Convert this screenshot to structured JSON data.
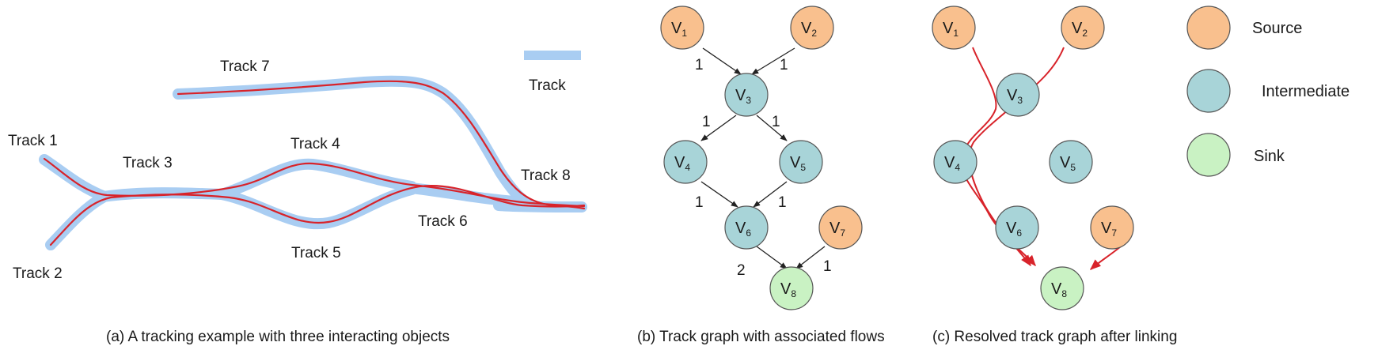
{
  "panel_a": {
    "track_labels": [
      "Track 1",
      "Track 2",
      "Track 3",
      "Track 4",
      "Track 5",
      "Track 6",
      "Track 7",
      "Track 8"
    ],
    "legend_label": "Track",
    "caption": "(a) A tracking example with three interacting objects",
    "colors": {
      "track_band": "#a9cdf2",
      "object_path": "#d8232a"
    }
  },
  "panel_b": {
    "nodes": [
      {
        "id": "V1",
        "letter": "V",
        "sub": "1",
        "type": "source"
      },
      {
        "id": "V2",
        "letter": "V",
        "sub": "2",
        "type": "source"
      },
      {
        "id": "V3",
        "letter": "V",
        "sub": "3",
        "type": "intermediate"
      },
      {
        "id": "V4",
        "letter": "V",
        "sub": "4",
        "type": "intermediate"
      },
      {
        "id": "V5",
        "letter": "V",
        "sub": "5",
        "type": "intermediate"
      },
      {
        "id": "V6",
        "letter": "V",
        "sub": "6",
        "type": "intermediate"
      },
      {
        "id": "V7",
        "letter": "V",
        "sub": "7",
        "type": "source"
      },
      {
        "id": "V8",
        "letter": "V",
        "sub": "8",
        "type": "sink"
      }
    ],
    "edges": [
      {
        "from": "V1",
        "to": "V3",
        "flow": "1"
      },
      {
        "from": "V2",
        "to": "V3",
        "flow": "1"
      },
      {
        "from": "V3",
        "to": "V4",
        "flow": "1"
      },
      {
        "from": "V3",
        "to": "V5",
        "flow": "1"
      },
      {
        "from": "V4",
        "to": "V6",
        "flow": "1"
      },
      {
        "from": "V5",
        "to": "V6",
        "flow": "1"
      },
      {
        "from": "V6",
        "to": "V8",
        "flow": "2"
      },
      {
        "from": "V7",
        "to": "V8",
        "flow": "1"
      }
    ],
    "caption": "(b) Track graph with associated flows"
  },
  "panel_c": {
    "caption": "(c) Resolved track graph after linking"
  },
  "legend": {
    "items": [
      {
        "label": "Source",
        "type": "source"
      },
      {
        "label": "Intermediate",
        "type": "intermediate"
      },
      {
        "label": "Sink",
        "type": "sink"
      }
    ]
  },
  "node_colors": {
    "source": "#f9c08e",
    "intermediate": "#a8d4d8",
    "sink": "#c9f2c3",
    "stroke": "#555555"
  }
}
